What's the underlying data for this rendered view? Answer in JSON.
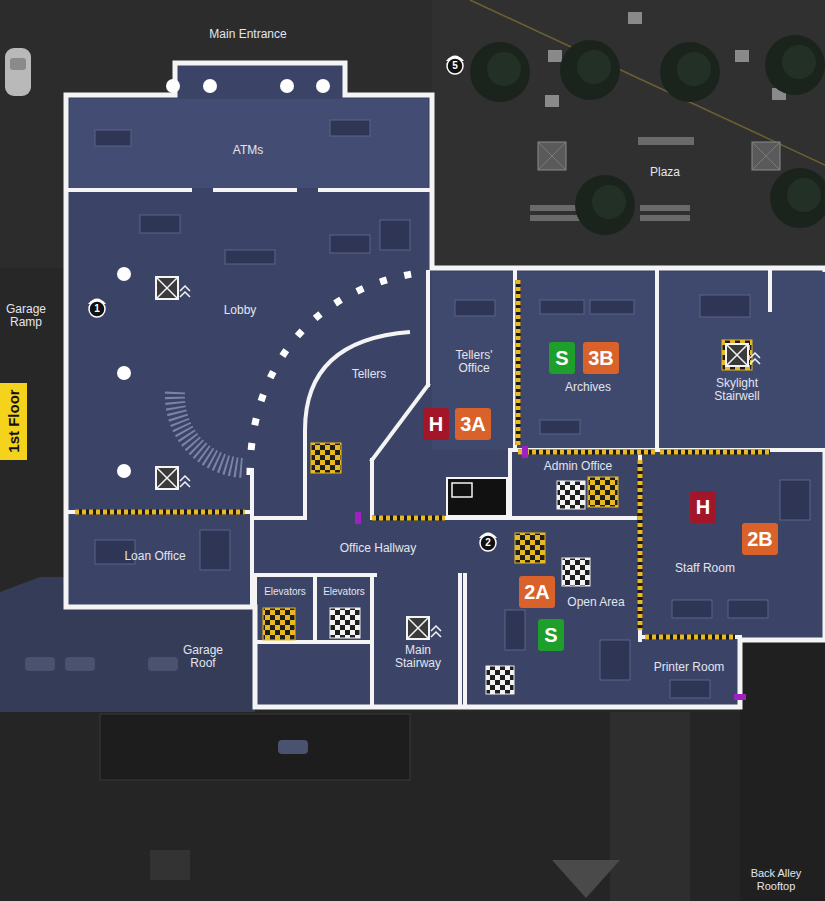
{
  "diagram": {
    "nodes": [
      {
        "text": [
          "5"
        ]
      },
      {
        "text": [
          "1"
        ]
      },
      {
        "text": [
          "1st Floor"
        ]
      },
      {
        "text": [
          "S"
        ]
      },
      {
        "text": [
          "3B"
        ]
      },
      {
        "text": [
          "H"
        ]
      },
      {
        "text": [
          "3A"
        ]
      },
      {
        "text": [
          "H"
        ]
      },
      {
        "text": [
          "2B"
        ]
      },
      {
        "text": [
          "2"
        ]
      },
      {
        "text": [
          "2A"
        ]
      },
      {
        "text": [
          "S"
        ]
      }
    ],
    "labels": [
      "Main Entrance",
      "Plaza",
      "ATMs",
      "Lobby",
      "Garage Ramp",
      "Tellers",
      "Tellers' Office",
      "Archives",
      "Skylight Stairwell",
      "Admin Office",
      "Staff Room",
      "Loan Office",
      "Office Hallway",
      "Open Area",
      "Elevators",
      "Elevators",
      "Garage Roof",
      "Main Stairway",
      "Printer Room",
      "Back Alley Rooftop"
    ]
  }
}
